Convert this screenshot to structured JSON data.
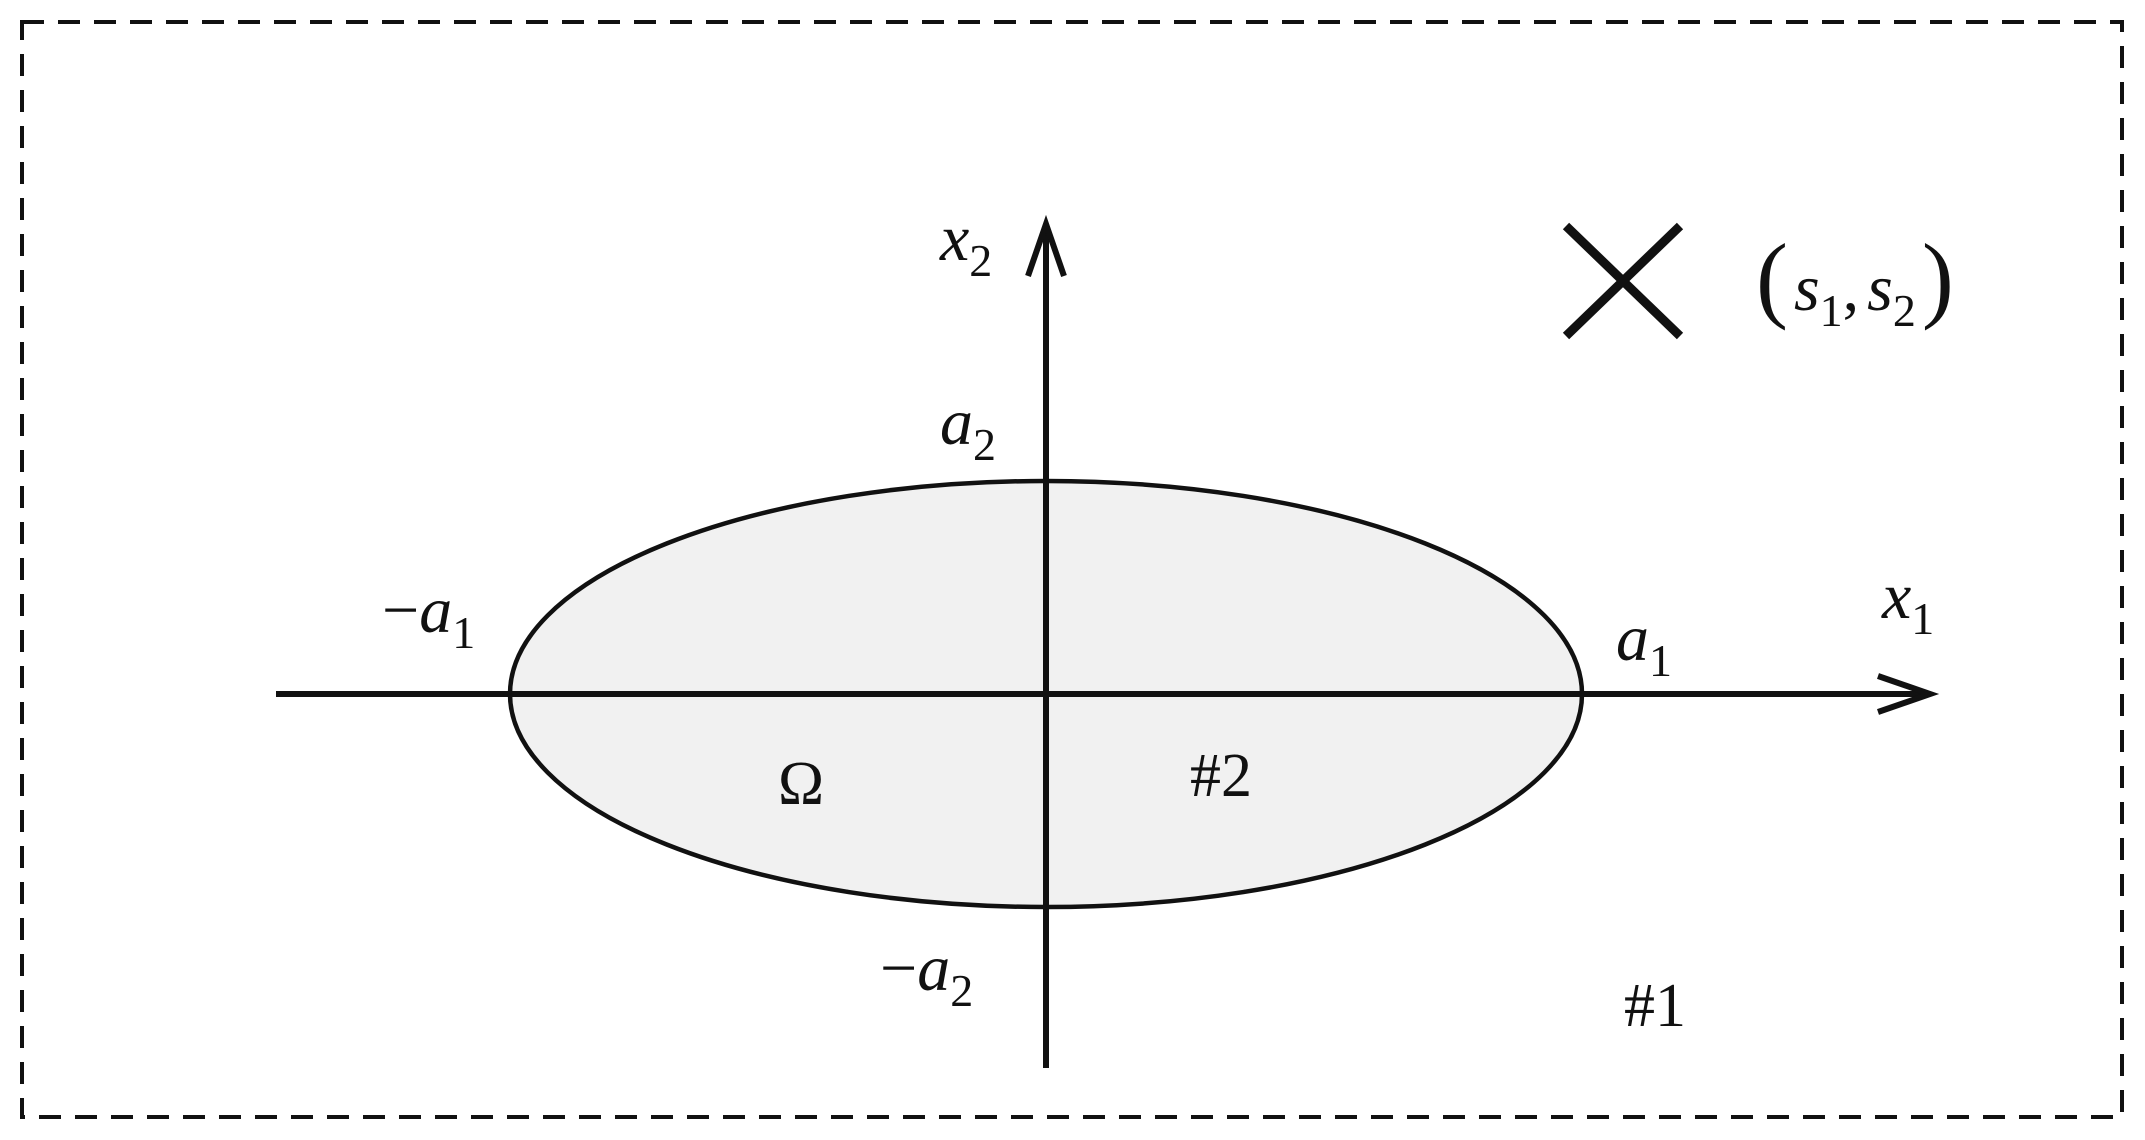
{
  "diagram": {
    "colors": {
      "stroke": "#111111",
      "fill": "#f1f1f1",
      "background": "#ffffff"
    },
    "labels": {
      "x2": {
        "base": "x",
        "sub": "2"
      },
      "x1": {
        "base": "x",
        "sub": "1"
      },
      "a2": {
        "base": "a",
        "sub": "2"
      },
      "neg_a2": {
        "sign": "−",
        "base": "a",
        "sub": "2"
      },
      "a1": {
        "base": "a",
        "sub": "1"
      },
      "neg_a1": {
        "sign": "−",
        "base": "a",
        "sub": "1"
      },
      "region_omega": "Ω",
      "region_2": "#2",
      "region_1": "#1",
      "source_point": {
        "open_paren": "(",
        "s1_base": "s",
        "s1_sub": "1",
        "comma": ",",
        "s2_base": "s",
        "s2_sub": "2",
        "close_paren": ")"
      }
    }
  }
}
